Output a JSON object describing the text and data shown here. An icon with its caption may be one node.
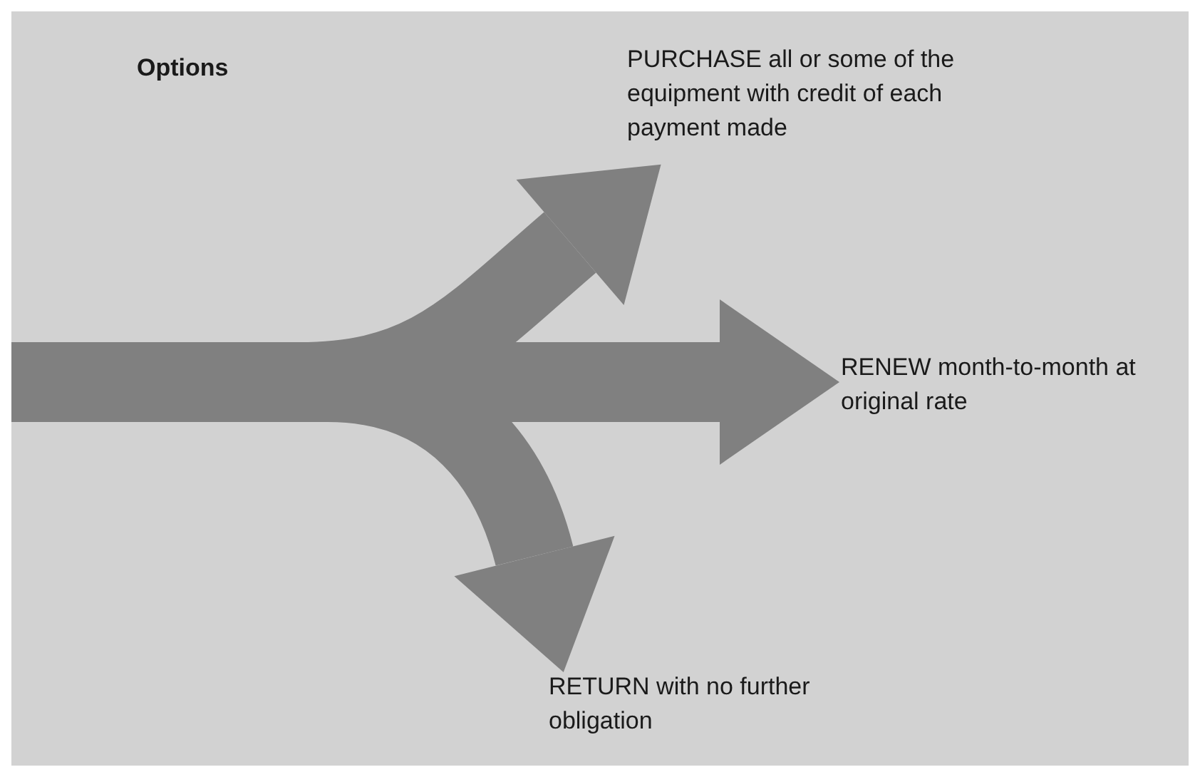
{
  "diagram": {
    "title": "Options",
    "nodes": [
      {
        "text": [
          "PURCHASE all or some of the equipment with credit of each payment made"
        ]
      },
      {
        "text": [
          "RENEW month-to-month at original rate"
        ]
      },
      {
        "text": [
          "RETURN with no further obligation"
        ]
      }
    ],
    "edges": [
      {
        "from": null,
        "to": 0,
        "arrow": "to"
      },
      {
        "from": null,
        "to": 1,
        "arrow": "to"
      },
      {
        "from": null,
        "to": 2,
        "arrow": "to"
      }
    ]
  }
}
